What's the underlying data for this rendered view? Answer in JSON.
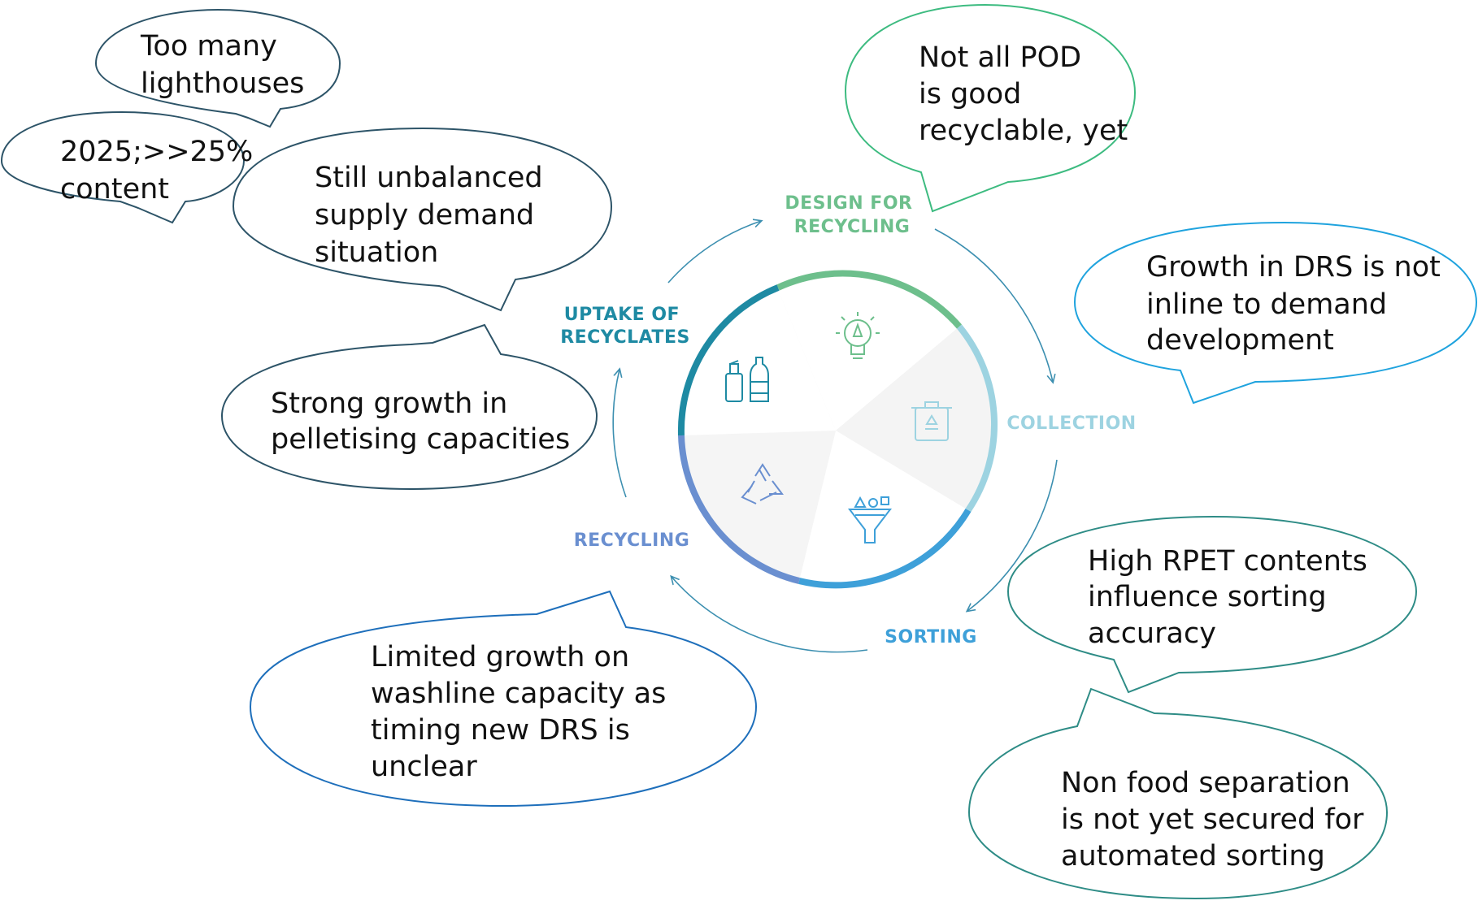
{
  "stages": [
    {
      "id": "design",
      "lines": [
        "DESIGN FOR",
        "RECYCLING"
      ],
      "color": "#6dbf8c"
    },
    {
      "id": "collection",
      "lines": [
        "COLLECTION"
      ],
      "color": "#9dd3e1"
    },
    {
      "id": "sorting",
      "lines": [
        "SORTING"
      ],
      "color": "#3ea0d9"
    },
    {
      "id": "recycling",
      "lines": [
        "RECYCLING"
      ],
      "color": "#6a8fd0"
    },
    {
      "id": "uptake",
      "lines": [
        "UPTAKE OF",
        "RECYCLATES"
      ],
      "color": "#1e8aa3"
    }
  ],
  "icons": [
    {
      "name": "lightbulb-pen-icon"
    },
    {
      "name": "recycle-bin-icon"
    },
    {
      "name": "sorting-funnel-icon"
    },
    {
      "name": "recycle-arrows-icon"
    },
    {
      "name": "bottles-icon"
    }
  ],
  "bubbles": [
    {
      "id": "lighthouses",
      "lines": [
        "Too many",
        "lighthouses"
      ],
      "stroke": "#2d5468"
    },
    {
      "id": "content",
      "lines": [
        "2025;>>25%",
        "content"
      ],
      "stroke": "#2d5468"
    },
    {
      "id": "unbalanced",
      "lines": [
        "Still unbalanced",
        "supply demand",
        "situation"
      ],
      "stroke": "#2d5468"
    },
    {
      "id": "pelletising",
      "lines": [
        "Strong growth in",
        "pelletising capacities"
      ],
      "stroke": "#2d5468"
    },
    {
      "id": "pod",
      "lines": [
        "Not all POD",
        "is good",
        "recyclable, yet"
      ],
      "stroke": "#3dbb80"
    },
    {
      "id": "drs",
      "lines": [
        "Growth in DRS is not",
        "inline to demand",
        "development"
      ],
      "stroke": "#1fa3de"
    },
    {
      "id": "rpet",
      "lines": [
        "High RPET contents",
        "influence sorting",
        "accuracy"
      ],
      "stroke": "#2e8c86"
    },
    {
      "id": "nonfood",
      "lines": [
        "Non food separation",
        "is not yet secured for",
        "automated sorting"
      ],
      "stroke": "#2e8c86"
    },
    {
      "id": "washline",
      "lines": [
        "Limited growth on",
        "washline capacity as",
        "timing new DRS  is",
        "unclear"
      ],
      "stroke": "#1e6fbb"
    }
  ]
}
